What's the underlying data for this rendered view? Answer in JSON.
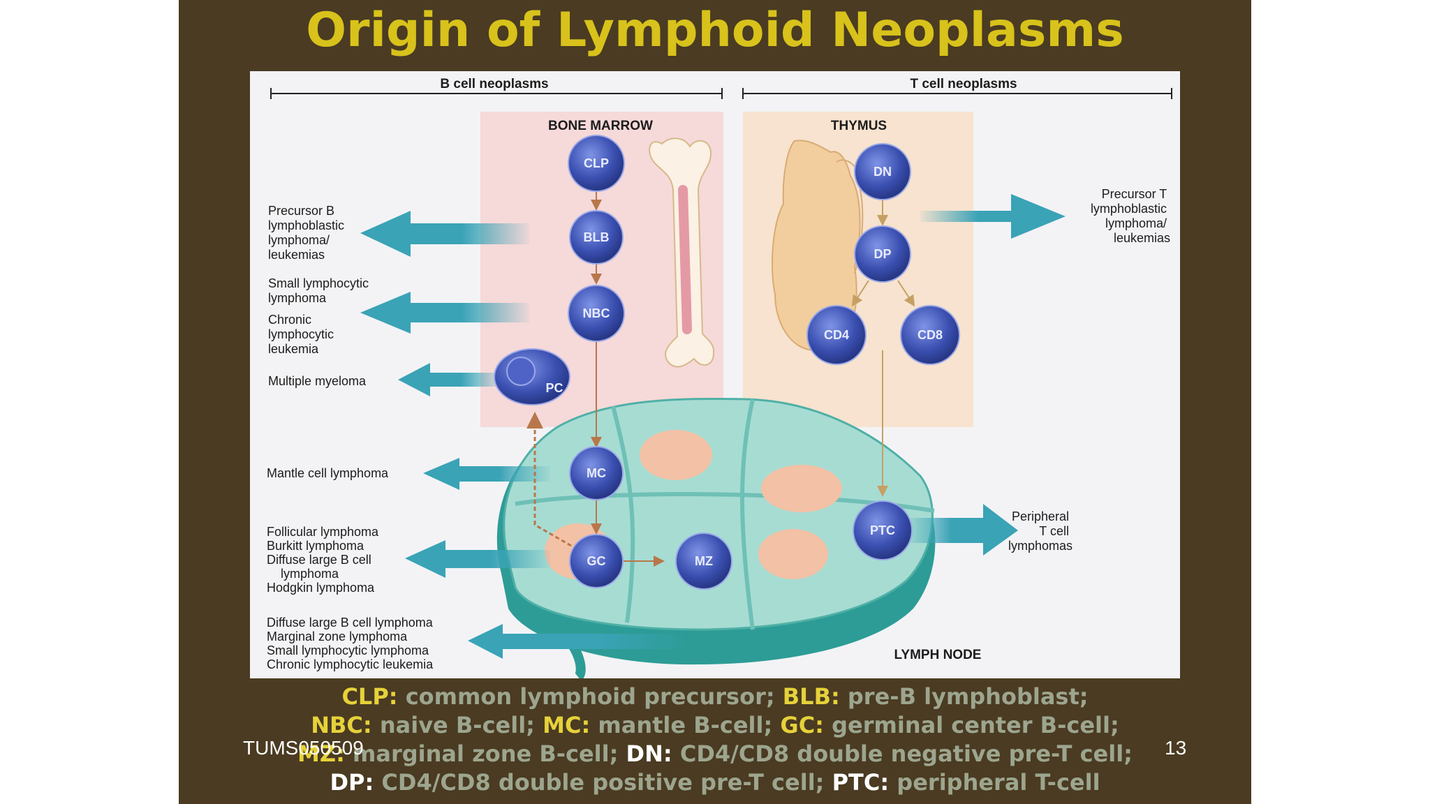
{
  "slide": {
    "title": "Origin of Lymphoid Neoplasms",
    "footer_left": "TUMS050509",
    "page_number": "13"
  },
  "colors": {
    "slide_background": "#4a3b22",
    "title": "#d8c21b",
    "caption_text": "#9da58e",
    "caption_term": "#e6d23a",
    "arrow": "#3aa3b6",
    "cell": "#3a4fb0",
    "bone_marrow_zone": "#f6d9d9",
    "thymus_zone": "#f7e3cf",
    "lymph_node": "#9fd7cf"
  },
  "diagram": {
    "b_header": "B cell neoplasms",
    "t_header": "T cell neoplasms",
    "zones": {
      "bone_marrow": "BONE MARROW",
      "thymus": "THYMUS",
      "lymph_node": "LYMPH NODE"
    },
    "cells": {
      "clp": "CLP",
      "blb": "BLB",
      "nbc": "NBC",
      "pc": "PC",
      "mc": "MC",
      "gc": "GC",
      "mz": "MZ",
      "dn": "DN",
      "dp": "DP",
      "cd4": "CD4",
      "cd8": "CD8",
      "ptc": "PTC"
    },
    "neoplasms": {
      "precursor_b": [
        "Precursor B",
        "lymphoblastic",
        "lymphoma/",
        "leukemias"
      ],
      "small_lymphocytic": [
        "Small lymphocytic",
        "lymphoma"
      ],
      "chronic": [
        "Chronic",
        "lymphocytic",
        "leukemia"
      ],
      "myeloma": [
        "Multiple myeloma"
      ],
      "mantle": [
        "Mantle cell lymphoma"
      ],
      "germinal": [
        "Follicular lymphoma",
        "Burkitt lymphoma",
        "Diffuse large B cell",
        "lymphoma",
        "Hodgkin lymphoma"
      ],
      "marginal": [
        "Diffuse large B cell lymphoma",
        "Marginal zone lymphoma",
        "Small lymphocytic lymphoma",
        "Chronic lymphocytic leukemia"
      ],
      "precursor_t": [
        "Precursor T",
        "lymphoblastic",
        "lymphoma/",
        "leukemias"
      ],
      "peripheral_t": [
        "Peripheral",
        "T cell",
        "lymphomas"
      ]
    }
  },
  "legend": {
    "lines": [
      [
        {
          "term": "CLP:",
          "def": " common lymphoid precursor; "
        },
        {
          "term": "BLB:",
          "def": " pre-B lymphoblast;"
        }
      ],
      [
        {
          "term": "NBC:",
          "def": " naive B-cell; "
        },
        {
          "term": "MC:",
          "def": " mantle B-cell; "
        },
        {
          "term": "GC:",
          "def": " germinal center B-cell;"
        }
      ],
      [
        {
          "term": "MZ:",
          "def": " marginal zone B-cell; "
        },
        {
          "term": "DN:",
          "def": " CD4/CD8 double negative pre-T cell;"
        }
      ],
      [
        {
          "term": "DP:",
          "def": " CD4/CD8 double positive pre-T cell; "
        },
        {
          "term": "PTC:",
          "def": " peripheral T-cell"
        }
      ]
    ]
  }
}
